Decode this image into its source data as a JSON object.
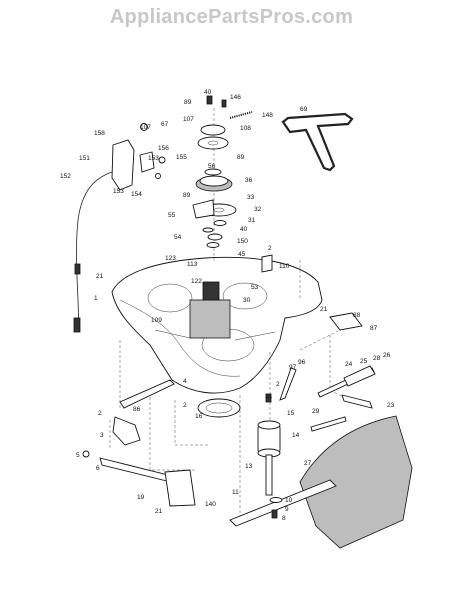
{
  "watermark": "AppliancePartsPros.com",
  "callouts": [
    "1",
    "2",
    "3",
    "4",
    "5",
    "6",
    "8",
    "9",
    "10",
    "11",
    "13",
    "14",
    "15",
    "16",
    "19",
    "21",
    "23",
    "24",
    "25",
    "26",
    "27",
    "28",
    "29",
    "30",
    "31",
    "32",
    "33",
    "36",
    "40",
    "45",
    "53",
    "54",
    "55",
    "56",
    "67",
    "69",
    "86",
    "87",
    "88",
    "89",
    "96",
    "97",
    "107",
    "108",
    "109",
    "110",
    "113",
    "122",
    "123",
    "140",
    "146",
    "148",
    "150",
    "151",
    "152",
    "153",
    "154",
    "155",
    "156",
    "158"
  ]
}
